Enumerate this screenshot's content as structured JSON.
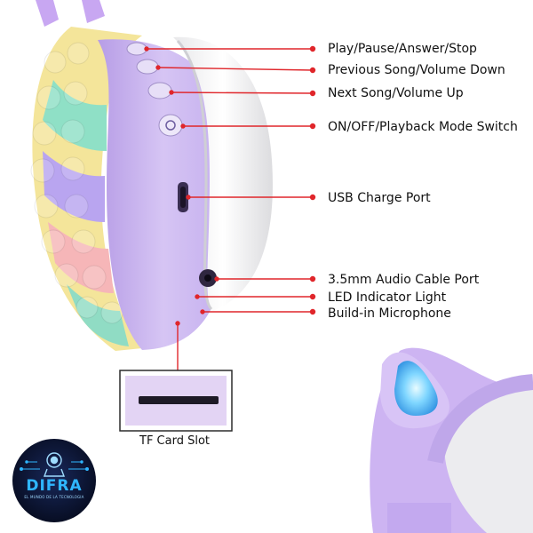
{
  "labels": {
    "play": "Play/Pause/Answer/Stop",
    "prev": "Previous Song/Volume Down",
    "next": "Next Song/Volume Up",
    "power": "ON/OFF/Playback Mode Switch",
    "usb": "USB Charge Port",
    "audio": "3.5mm Audio Cable Port",
    "led": "LED Indicator Light",
    "mic": "Build-in Microphone",
    "tf": "TF Card Slot"
  },
  "logo": {
    "name": "DIFRA",
    "tagline": "EL MUNDO DE LA TECNOLOGIA"
  },
  "colors": {
    "leader_line": "#e0262b",
    "headphone_purple": "#c9b4ee",
    "cushion_white": "#f3f3f3",
    "ear_glow": "#4fc3ff",
    "logo_bg": "#0b1330"
  }
}
